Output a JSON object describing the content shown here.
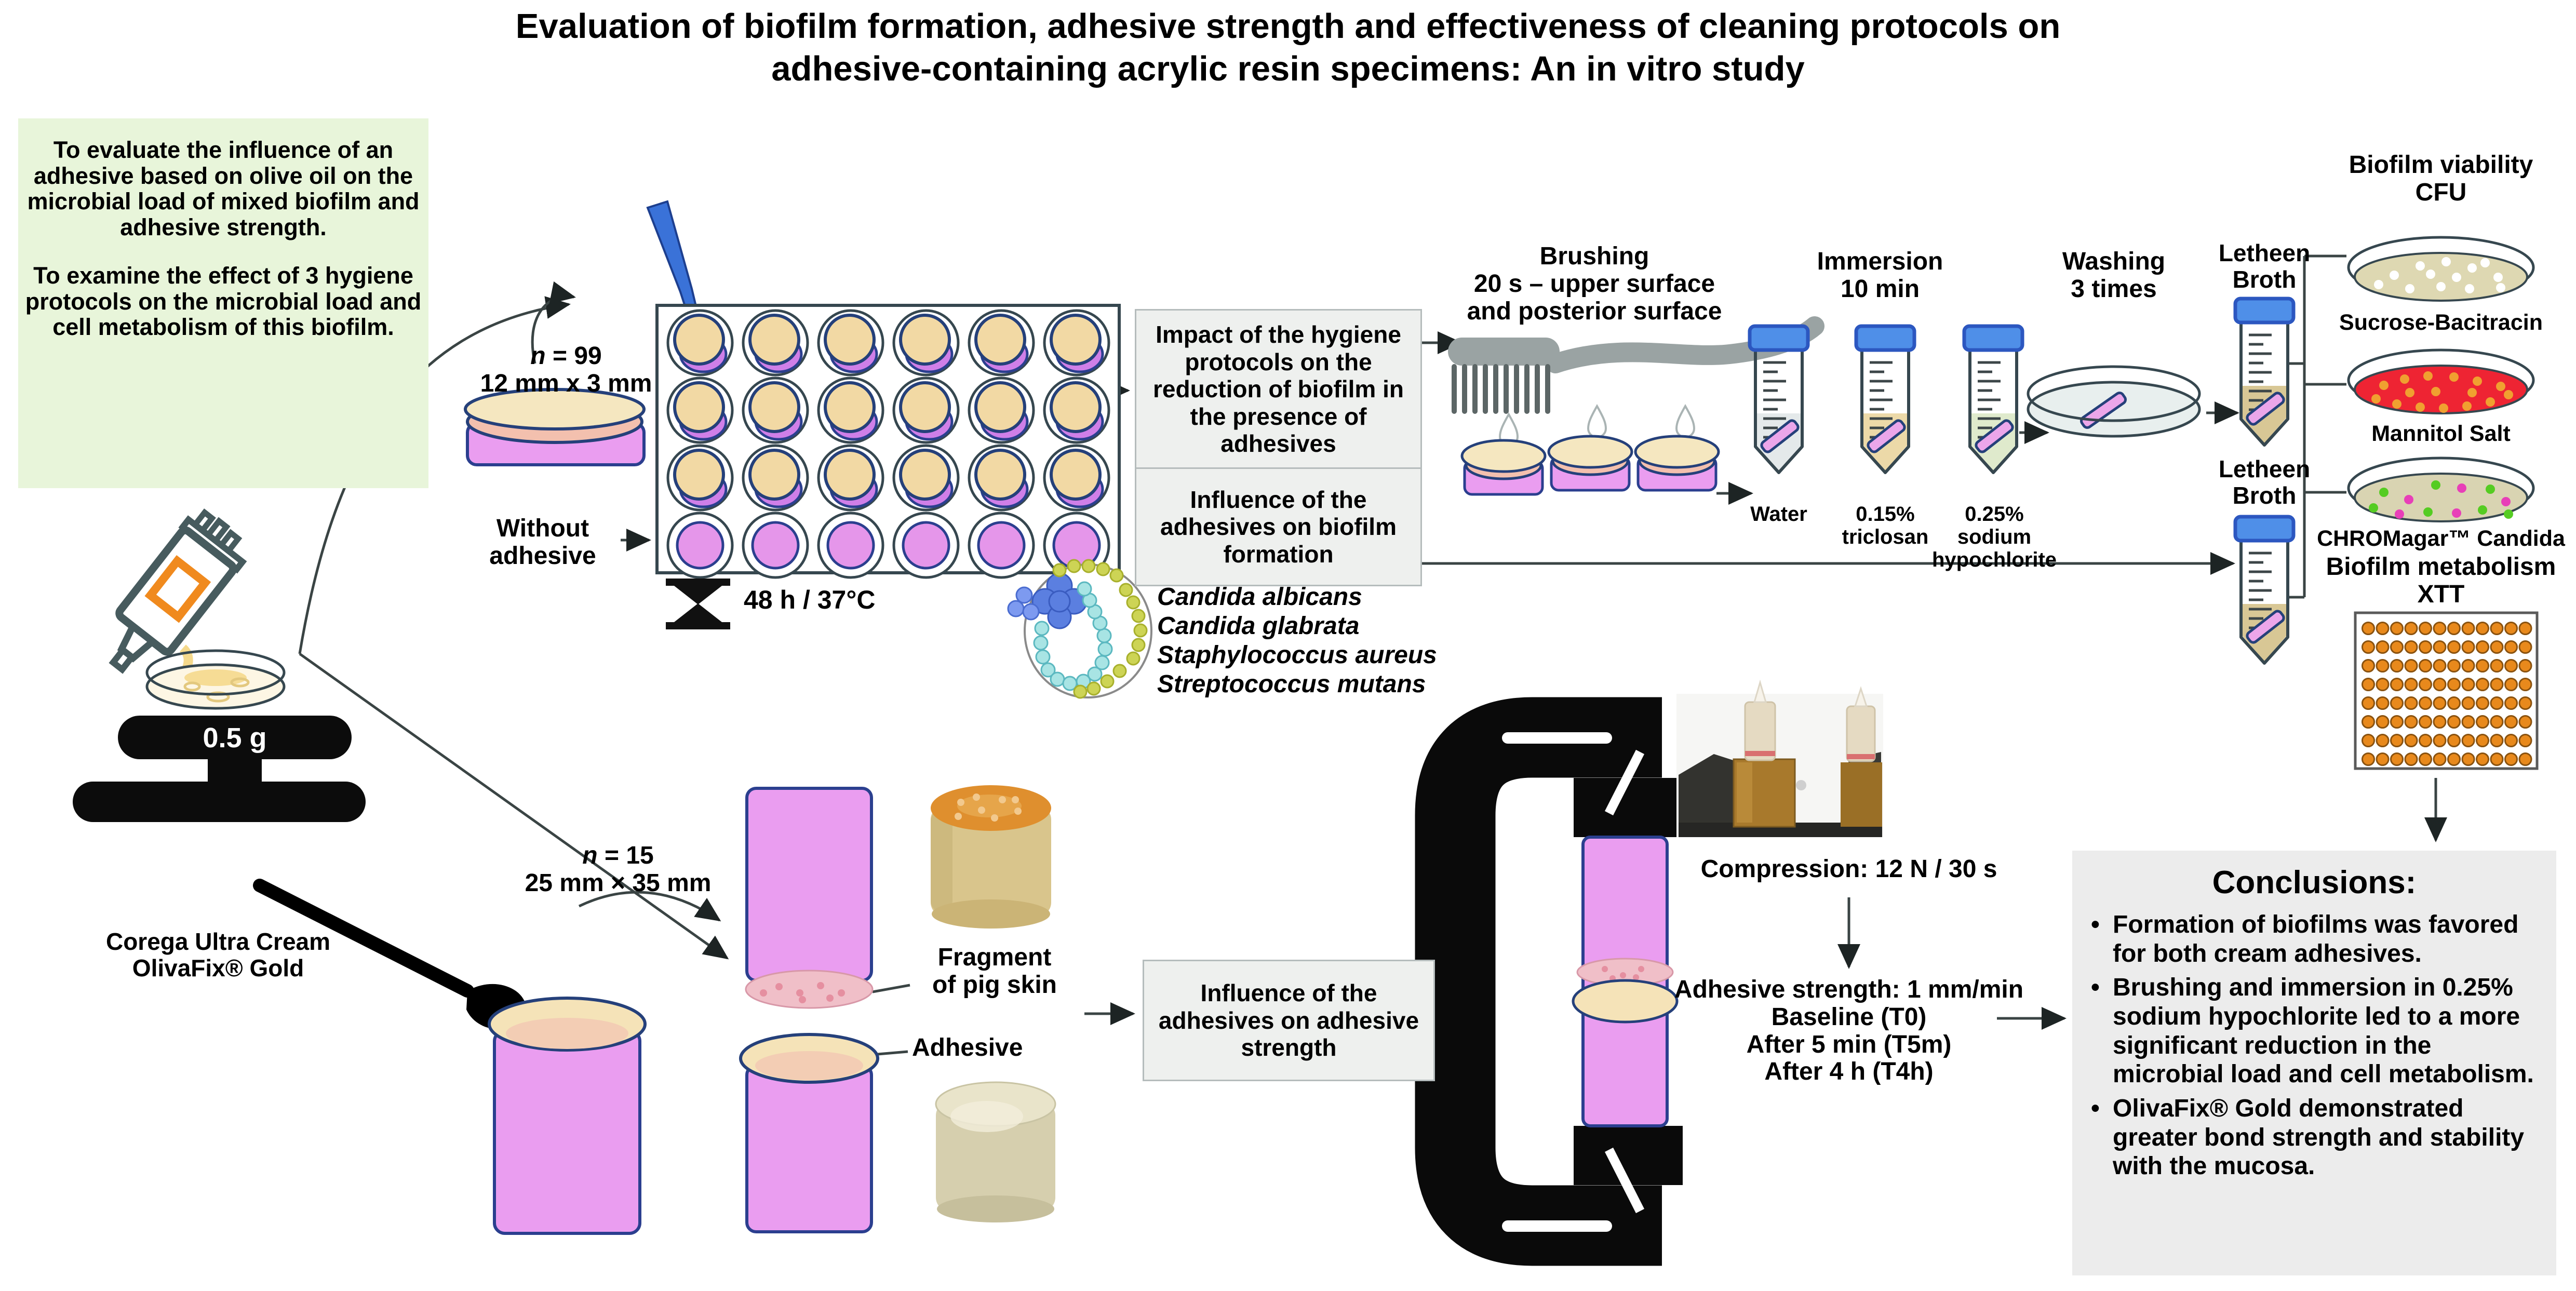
{
  "title": {
    "line1": "Evaluation of biofilm formation, adhesive strength and effectiveness of cleaning protocols on",
    "line2": "adhesive-containing acrylic resin specimens: An in vitro study"
  },
  "objectives": {
    "p1": "To evaluate the influence of an adhesive based on olive oil on the microbial load of mixed biofilm and adhesive strength.",
    "p2": "To examine the effect of 3 hygiene protocols on the microbial load and cell metabolism of this biofilm."
  },
  "adhesive_prep": {
    "amount": "0.5 g",
    "product_line1": "Corega Ultra Cream",
    "product_line2": "OlivaFix® Gold"
  },
  "biofilm_assay": {
    "n_var": "n",
    "n_value": " = 99",
    "size": "12 mm x 3 mm",
    "without_adhesive": "Without adhesive",
    "incubation": "48 h / 37°C",
    "species": [
      "Candida albicans",
      "Candida glabrata",
      "Staphylococcus aureus",
      "Streptococcus mutans"
    ],
    "box_impact": "Impact of the hygiene protocols on the reduction of biofilm in the presence of adhesives",
    "box_influence": "Influence of the adhesives on biofilm formation",
    "brushing_line1": "Brushing",
    "brushing_line2": "20 s – upper surface",
    "brushing_line3": "and posterior surface",
    "immersion_line1": "Immersion",
    "immersion_line2": "10 min",
    "solutions": [
      "Water",
      "0.15% triclosan",
      "0.25% sodium hypochlorite"
    ],
    "washing_line1": "Washing",
    "washing_line2": "3 times",
    "letheen1": "Letheen Broth",
    "letheen2": "Letheen Broth",
    "viability_line1": "Biofilm viability",
    "viability_line2": "CFU",
    "plate1": "Sucrose-Bacitracin",
    "plate2": "Mannitol Salt",
    "plate3": "CHROMagar™ Candida",
    "metabolism_line1": "Biofilm metabolism",
    "metabolism_line2": "XTT"
  },
  "strength_assay": {
    "n_var": "n",
    "n_value": " = 15",
    "size": "25 mm × 35 mm",
    "pig_skin_line1": "Fragment",
    "pig_skin_line2": "of pig skin",
    "adhesive_label": "Adhesive",
    "box_strength": "Influence of the adhesives on adhesive strength",
    "compression": "Compression: 12 N / 30 s",
    "strength_line1": "Adhesive strength: 1 mm/min",
    "strength_line2": "Baseline (T0)",
    "strength_line3": "After 5 min (T5m)",
    "strength_line4": "After 4 h (T4h)"
  },
  "conclusions": {
    "heading": "Conclusions:",
    "bullets": [
      "Formation of biofilms was favored for both cream adhesives.",
      "Brushing and immersion in 0.25% sodium hypochlorite led to a more significant reduction in the microbial load and cell metabolism.",
      "OlivaFix® Gold demonstrated greater bond strength and stability with the mucosa."
    ]
  },
  "colors": {
    "objectives_bg": "#e8f5da",
    "box_bg": "#eef0ee",
    "box_border": "#b5bcbc",
    "conclusions_bg": "#ececec",
    "resin_pink": "#ea9df0",
    "biofilm_tan": "#f2d9a4",
    "cap_blue": "#4f8fe8",
    "mannitol_red": "#ee2433",
    "xtt_orange": "#e8891c",
    "toothbrush_gray": "#9aa3a3",
    "tube_outline": "#475b5e",
    "accent_orange": "#f08a1e"
  }
}
